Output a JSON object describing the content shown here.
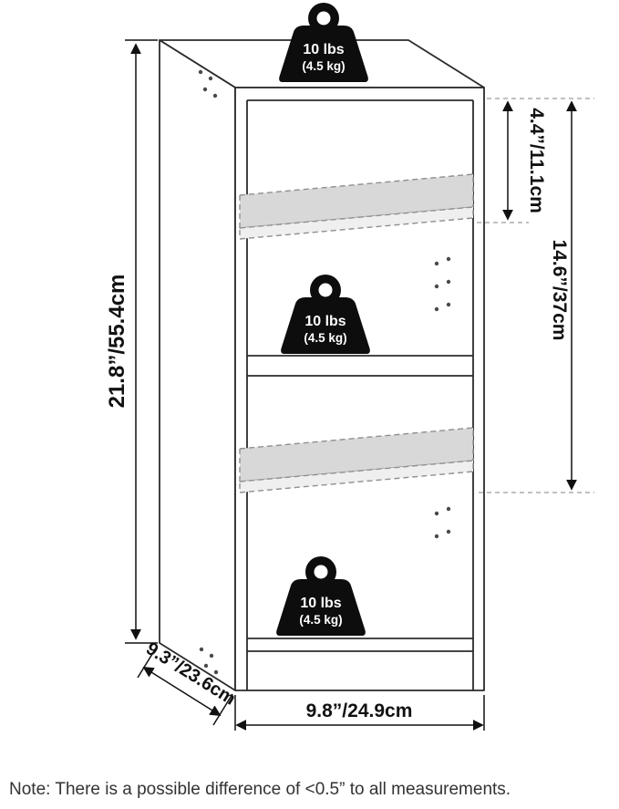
{
  "product_diagram": {
    "weight_capacity_badges": [
      {
        "position": "top-surface",
        "line1": "10 lbs",
        "line2": "(4.5 kg)"
      },
      {
        "position": "middle-shelf",
        "line1": "10 lbs",
        "line2": "(4.5 kg)"
      },
      {
        "position": "bottom-shelf",
        "line1": "10 lbs",
        "line2": "(4.5 kg)"
      }
    ],
    "dimensions": {
      "overall_height": "21.8”/55.4cm",
      "top_opening_height": "4.4”/11.1cm",
      "upper_section_height": "14.6”/37cm",
      "depth": "9.3”/23.6cm",
      "width": "9.8”/24.9cm"
    },
    "note": "Note: There is a possible difference of <0.5” to all measurements.",
    "colors": {
      "outline": "#2b2b2b",
      "badge_black": "#0d0d0d",
      "shelf_gray": "#d8d8d8",
      "dashed_gray": "#9a9a9a"
    }
  }
}
